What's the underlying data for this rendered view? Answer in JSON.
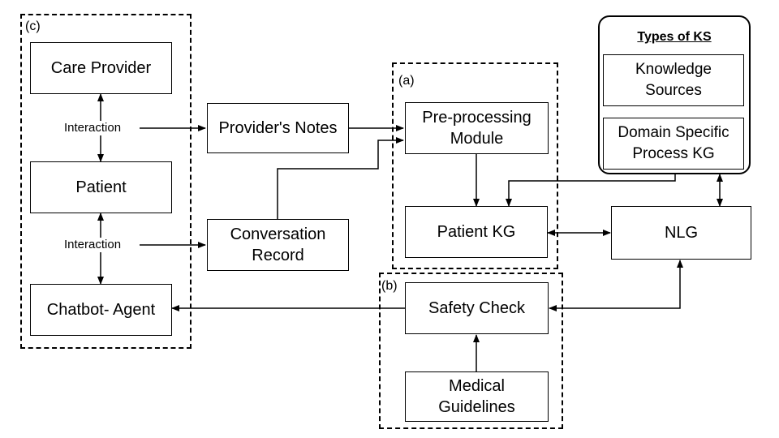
{
  "groups": {
    "a": "(a)",
    "b": "(b)",
    "c": "(c)"
  },
  "nodes": {
    "care_provider": "Care Provider",
    "patient": "Patient",
    "chatbot_agent": "Chatbot- Agent",
    "providers_notes": "Provider's Notes",
    "conversation_record": "Conversation\nRecord",
    "preprocessing_module": "Pre-processing\nModule",
    "patient_kg": "Patient KG",
    "nlg": "NLG",
    "safety_check": "Safety Check",
    "medical_guidelines": "Medical\nGuidelines"
  },
  "labels": {
    "interaction_top": "Interaction",
    "interaction_bottom": "Interaction"
  },
  "ks_panel": {
    "title": "Types of KS",
    "knowledge_sources": "Knowledge\nSources",
    "domain_specific_kg": "Domain Specific\nProcess KG"
  }
}
